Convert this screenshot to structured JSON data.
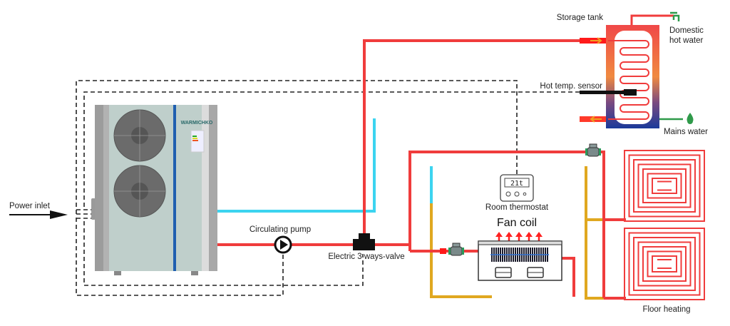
{
  "labels": {
    "power_inlet": "Power inlet",
    "brand": "WARMICHKO",
    "circulating_pump": "Circulating pump",
    "three_way_valve": "Electric 3 ways-valve",
    "storage_tank": "Storage tank",
    "domestic_hot_water_line1": "Domestic",
    "domestic_hot_water_line2": "hot water",
    "hot_temp_sensor": "Hot temp. sensor",
    "mains_water": "Mains water",
    "room_thermostat": "Room thermostat",
    "thermostat_display": "21t",
    "fan_coil": "Fan coil",
    "floor_heating": "Floor heating"
  },
  "colors": {
    "hot_pipe": "#f03c3c",
    "cold_pipe": "#3cd4f0",
    "warm_pipe": "#e0a820",
    "unit_body": "#bfcfcb",
    "unit_stripe": "#1f5fb0",
    "water": "#2f9a4a"
  }
}
